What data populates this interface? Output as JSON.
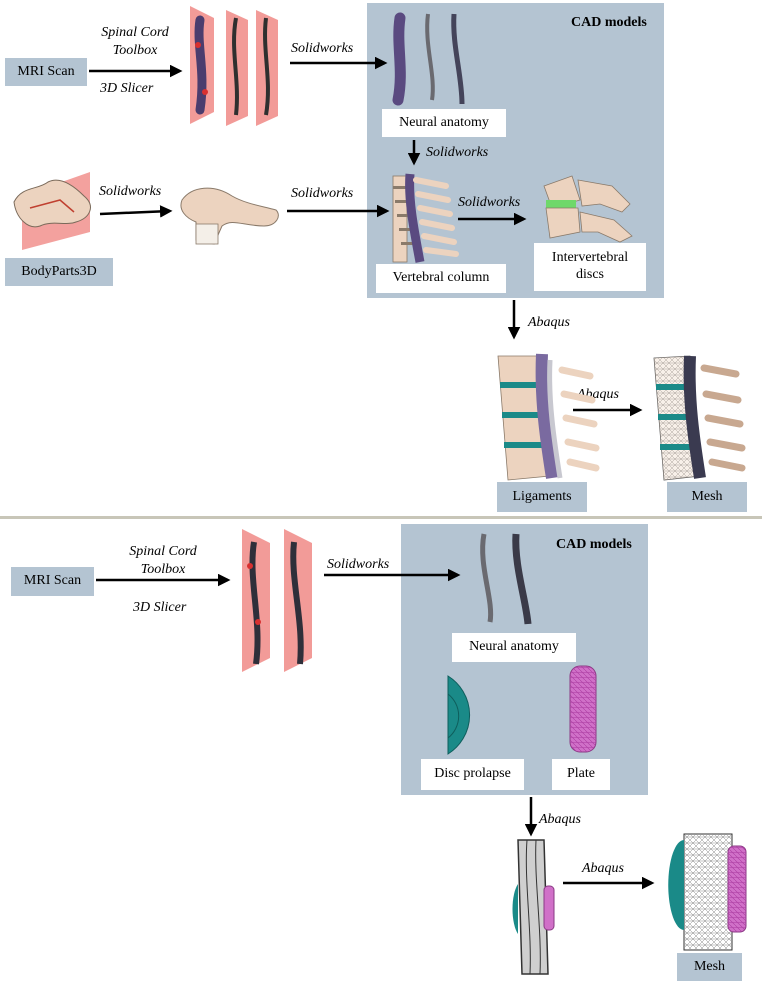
{
  "top": {
    "mri_label": "MRI Scan",
    "bodyparts_label": "BodyParts3D",
    "cad_title": "CAD models",
    "neural_label": "Neural anatomy",
    "vertebral_label": "Vertebral column",
    "disc_label_line1": "Intervertebral",
    "disc_label_line2": "discs",
    "ligaments_label": "Ligaments",
    "mesh_label": "Mesh",
    "edge_toolbox_line1": "Spinal Cord",
    "edge_toolbox_line2": "Toolbox",
    "edge_slicer": "3D Slicer",
    "edge_solidworks_1": "Solidworks",
    "edge_solidworks_2": "Solidworks",
    "edge_solidworks_3": "Solidworks",
    "edge_solidworks_4": "Solidworks",
    "edge_solidworks_5": "Solidworks",
    "edge_abaqus_1": "Abaqus",
    "edge_abaqus_2": "Abaqus"
  },
  "bottom": {
    "mri_label": "MRI Scan",
    "cad_title": "CAD models",
    "neural_label": "Neural anatomy",
    "prolapse_label": "Disc prolapse",
    "plate_label": "Plate",
    "mesh_label": "Mesh",
    "edge_toolbox_line1": "Spinal Cord",
    "edge_toolbox_line2": "Toolbox",
    "edge_slicer": "3D Slicer",
    "edge_solidworks": "Solidworks",
    "edge_abaqus_1": "Abaqus",
    "edge_abaqus_2": "Abaqus"
  },
  "colors": {
    "panel": "#b4c4d2",
    "slice_plane": "#f08a86",
    "cord": "#4b3d6e",
    "bone": "#ecd3bf",
    "disc_green": "#6fd86a",
    "teal": "#1a8a88",
    "plate": "#d070c8",
    "divider": "#c8c6b8"
  },
  "icons": [
    "mri-slice-planes",
    "spinal-cord-model",
    "vertebra-model",
    "vertebral-column-model",
    "intervertebral-disc-model",
    "ligaments-model",
    "mesh-model",
    "disc-prolapse-model",
    "plate-model"
  ]
}
